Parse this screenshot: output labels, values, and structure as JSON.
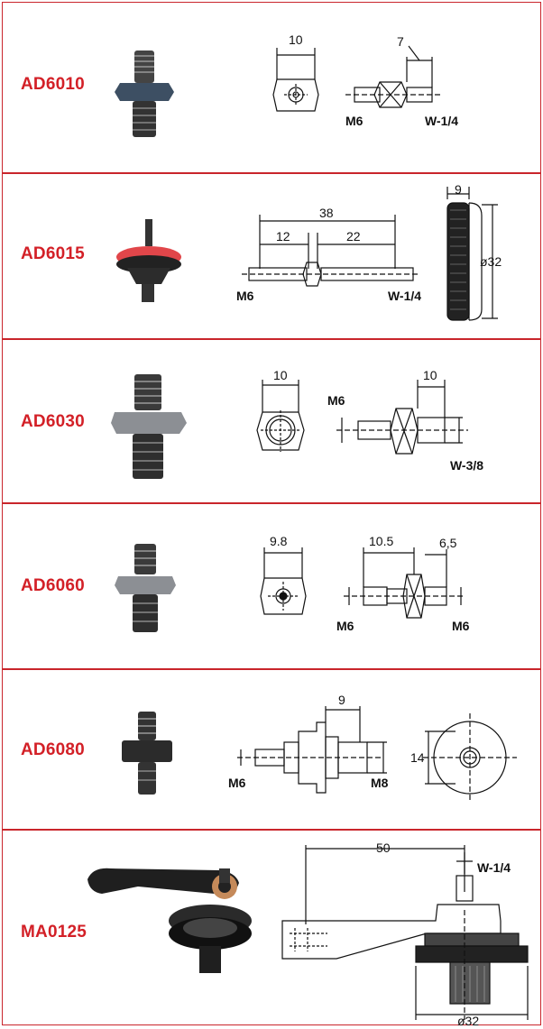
{
  "products": [
    {
      "code": "AD6010",
      "dims": [
        "10",
        "7",
        "M6",
        "W-1/4"
      ]
    },
    {
      "code": "AD6015",
      "dims": [
        "38",
        "12",
        "22",
        "9",
        "ø32",
        "M6",
        "W-1/4"
      ]
    },
    {
      "code": "AD6030",
      "dims": [
        "10",
        "10",
        "M6",
        "W-3/8"
      ]
    },
    {
      "code": "AD6060",
      "dims": [
        "9.8",
        "10.5",
        "6,5",
        "M6",
        "M6"
      ]
    },
    {
      "code": "AD6080",
      "dims": [
        "9",
        "14",
        "M6",
        "M8"
      ]
    },
    {
      "code": "MA0125",
      "dims": [
        "50",
        "W-1/4",
        "ø32"
      ]
    }
  ],
  "colors": {
    "accent": "#d32027",
    "border": "#c9252b",
    "ink": "#111111"
  }
}
